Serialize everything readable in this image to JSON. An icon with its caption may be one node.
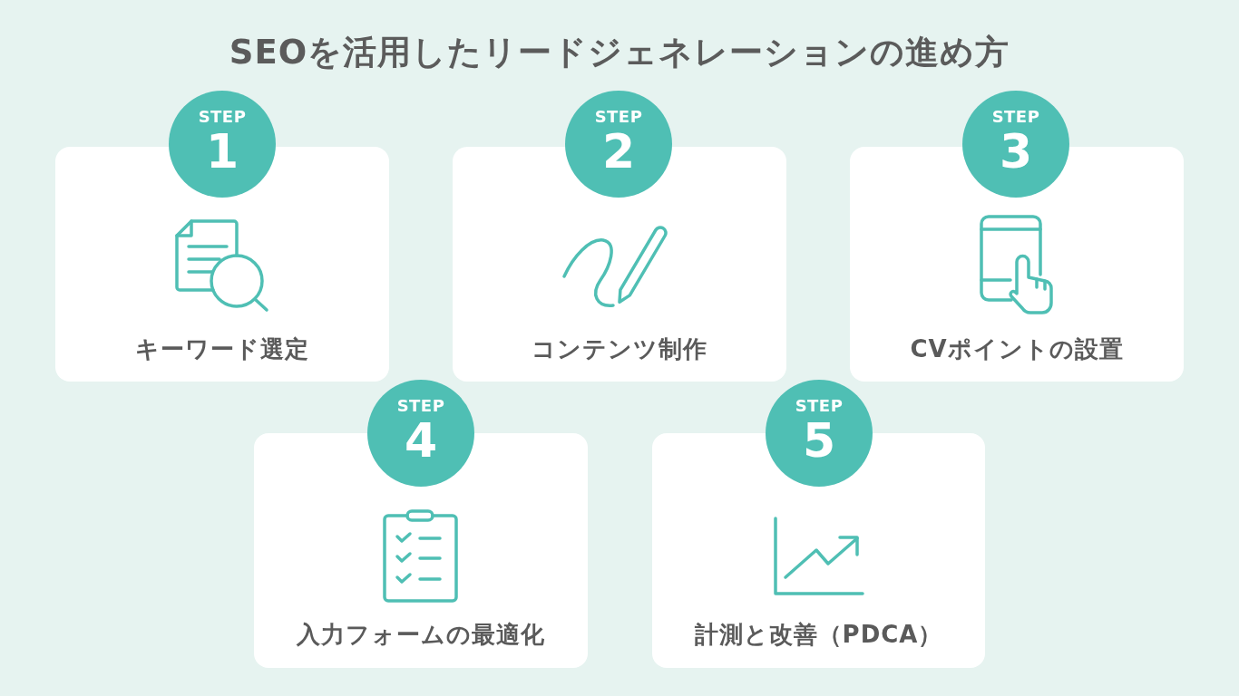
{
  "diagram": {
    "title": "SEOを活用したリードジェネレーションの進め方",
    "nodes": [
      {
        "text": [
          "STEP",
          "1"
        ]
      },
      {
        "text": [
          "キーワード選定"
        ]
      },
      {
        "text": [
          "STEP",
          "2"
        ]
      },
      {
        "text": [
          "コンテンツ制作"
        ]
      },
      {
        "text": [
          "STEP",
          "3"
        ]
      },
      {
        "text": [
          "CVポイントの設置"
        ]
      },
      {
        "text": [
          "STEP",
          "4"
        ]
      },
      {
        "text": [
          "入力フォームの最適化"
        ]
      },
      {
        "text": [
          "STEP",
          "5"
        ]
      },
      {
        "text": [
          "計測と改善（PDCA）"
        ]
      }
    ]
  }
}
